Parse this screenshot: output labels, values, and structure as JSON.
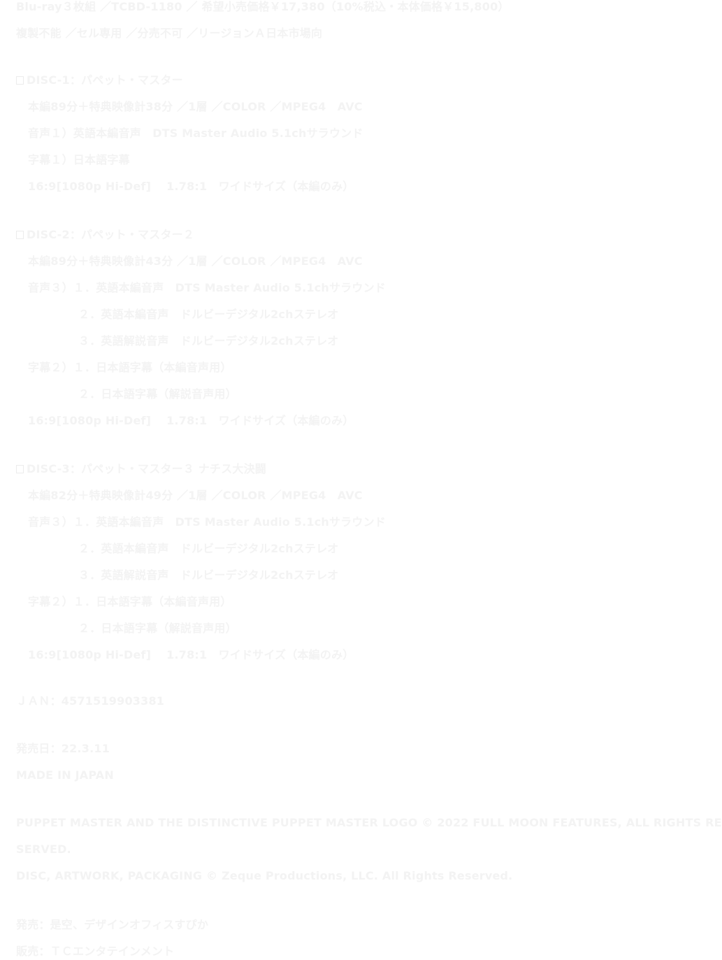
{
  "header": {
    "line1": "Blu-ray３枚組 ／TCBD-1180 ／ 希望小売価格￥17,380（10%税込・本体価格￥15,800）",
    "line2": "複製不能 ／セル専用 ／分売不可 ／リージョンＡ日本市場向"
  },
  "discs": [
    {
      "title": "DISC-1：パペット・マスター",
      "runtime": "本編89分＋特典映像計38分 ／1層 ／COLOR ／MPEG4　AVC",
      "audio": [
        "音声１）英語本編音声　DTS Master Audio 5.1chサラウンド"
      ],
      "subtitles": [
        "字幕１）日本語字幕"
      ],
      "format": "16:9[1080p Hi-Def]　 1.78:1　ワイドサイズ（本編のみ）"
    },
    {
      "title": "DISC-2：パペット・マスター２",
      "runtime": "本編89分＋特典映像計43分 ／1層 ／COLOR ／MPEG4　AVC",
      "audio": [
        "音声３）１．英語本編音声　DTS Master Audio 5.1chサラウンド",
        "２．英語本編音声　ドルビーデジタル2chステレオ",
        "３．英語解説音声　ドルビーデジタル2chステレオ"
      ],
      "subtitles": [
        "字幕２）１．日本語字幕（本編音声用）",
        "２．日本語字幕（解説音声用）"
      ],
      "format": "16:9[1080p Hi-Def]　 1.78:1　ワイドサイズ（本編のみ）"
    },
    {
      "title": "DISC-3：パペット・マスター３ ナチス大決闘",
      "runtime": "本編82分＋特典映像計49分 ／1層 ／COLOR ／MPEG4　AVC",
      "audio": [
        "音声３）１．英語本編音声　DTS Master Audio 5.1chサラウンド",
        "２．英語本編音声　ドルビーデジタル2chステレオ",
        "３．英語解説音声　ドルビーデジタル2chステレオ"
      ],
      "subtitles": [
        "字幕２）１．日本語字幕（本編音声用）",
        "２．日本語字幕（解説音声用）"
      ],
      "format": "16:9[1080p Hi-Def]　 1.78:1　ワイドサイズ（本編のみ）"
    }
  ],
  "jan": "ＪＡＮ：4571519903381",
  "release_date": "発売日：22.3.11",
  "made_in": "MADE IN JAPAN",
  "copyright": {
    "line1": "PUPPET MASTER AND THE DISTINCTIVE PUPPET MASTER LOGO © 2022 FULL MOON FEATURES, ALL RIGHTS RE",
    "line2": "SERVED.",
    "line3": "DISC, ARTWORK, PACKAGING © Zeque Productions, LLC. All Rights Reserved."
  },
  "credits": {
    "publisher": "発売：是空、デザインオフィスすぴか",
    "distributor": "販売：ＴＣエンタテインメント"
  },
  "colors": {
    "text": "#f3f3f3",
    "background": "#ffffff"
  }
}
